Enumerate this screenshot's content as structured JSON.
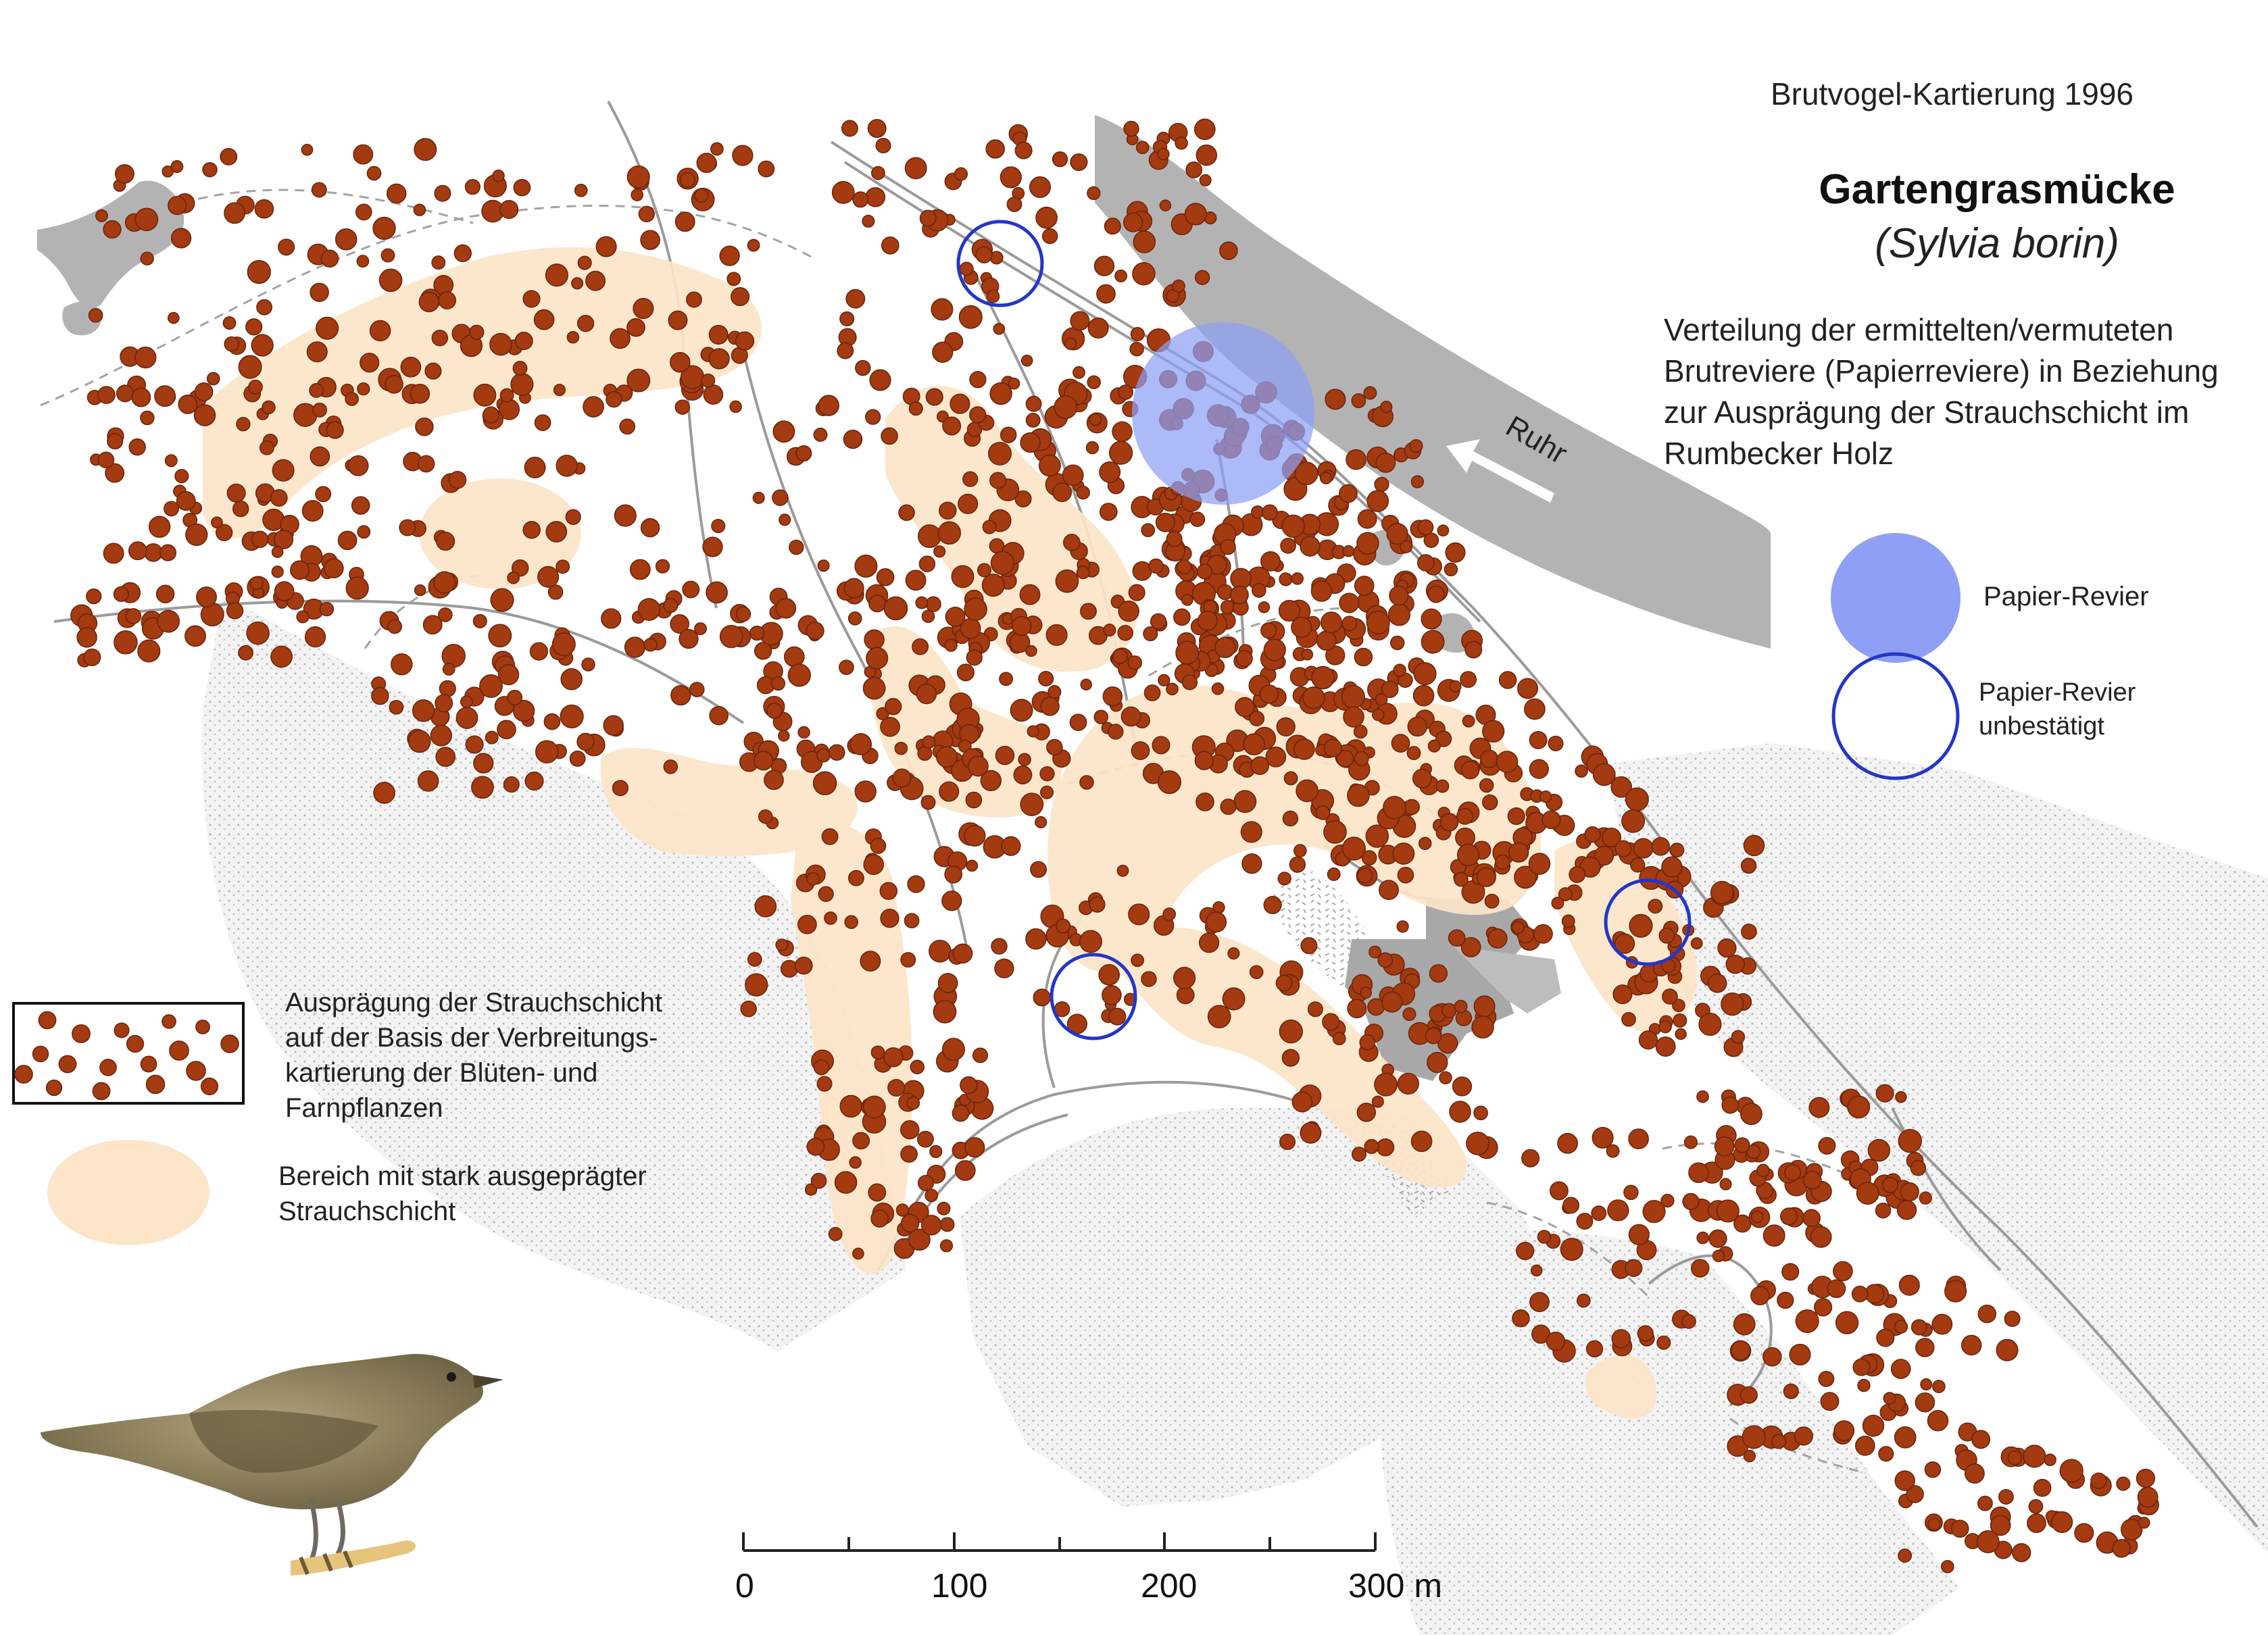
{
  "header": {
    "survey": "Brutvogel-Kartierung 1996",
    "species": "Gartengrasmücke",
    "latin": "(Sylvia borin)",
    "description_lines": [
      "Verteilung der ermittelten/vermuteten",
      "Brutreviere (Papierreviere) in Beziehung",
      "zur Ausprägung der Strauchschicht im",
      "Rumbecker Holz"
    ]
  },
  "river": {
    "name": "Ruhr",
    "color": "#b3b3b3"
  },
  "legend": {
    "territory": {
      "label": "Papier-Revier",
      "color": "#8e9ff5"
    },
    "unconfirmed": {
      "lines": [
        "Papier-Revier",
        "unbestätigt"
      ],
      "color": "#2336c9"
    },
    "shrub_dots": {
      "lines": [
        "Ausprägung der Strauchschicht",
        "auf der Basis der Verbreitungs-",
        "kartierung der Blüten- und",
        "Farnpflanzen"
      ],
      "color": "#a33a10"
    },
    "shrub_dense": {
      "lines": [
        "Bereich mit stark ausgeprägter",
        "Strauchschicht"
      ],
      "color": "#fce5c9"
    }
  },
  "scalebar": {
    "labels": [
      "0",
      "100",
      "200",
      "300 m"
    ]
  },
  "icons": {
    "bird": "garden-warbler-illustration"
  }
}
